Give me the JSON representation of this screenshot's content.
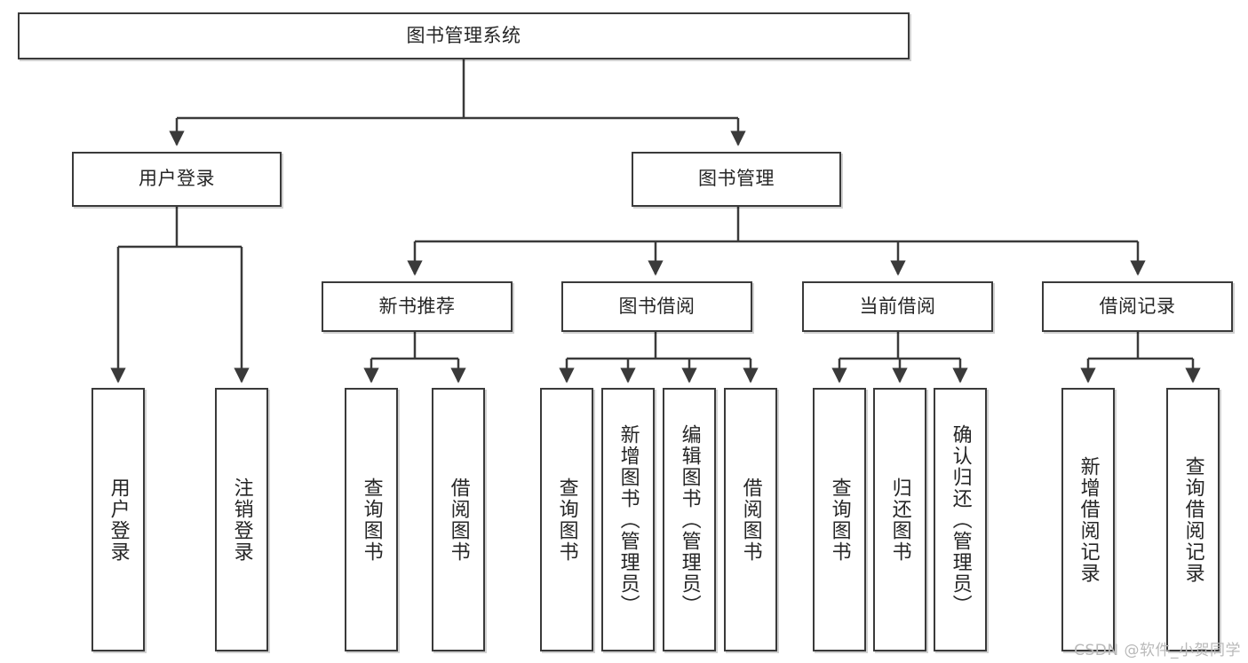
{
  "diagram": {
    "type": "tree",
    "title": "图书管理系统",
    "root": {
      "label": "图书管理系统"
    },
    "level2": [
      {
        "label": "用户登录"
      },
      {
        "label": "图书管理"
      }
    ],
    "level3": [
      {
        "label": "新书推荐"
      },
      {
        "label": "图书借阅"
      },
      {
        "label": "当前借阅"
      },
      {
        "label": "借阅记录"
      }
    ],
    "leaves": {
      "user_login": [
        {
          "label": "用户登录"
        },
        {
          "label": "注销登录"
        }
      ],
      "new_book": [
        {
          "label": "查询图书"
        },
        {
          "label": "借阅图书"
        }
      ],
      "book_borrow": [
        {
          "label": "查询图书"
        },
        {
          "label": "新增图书（管理员）"
        },
        {
          "label": "编辑图书（管理员）"
        },
        {
          "label": "借阅图书"
        }
      ],
      "current_borrow": [
        {
          "label": "查询图书"
        },
        {
          "label": "归还图书"
        },
        {
          "label": "确认归还（管理员）"
        }
      ],
      "borrow_record": [
        {
          "label": "新增借阅记录"
        },
        {
          "label": "查询借阅记录"
        }
      ]
    }
  },
  "watermark": {
    "text": "CSDN @软件_小贺同学"
  },
  "colors": {
    "stroke": "#3a3a3a",
    "text": "#262626",
    "background": "#ffffff",
    "watermark": "#b9b9b9"
  }
}
